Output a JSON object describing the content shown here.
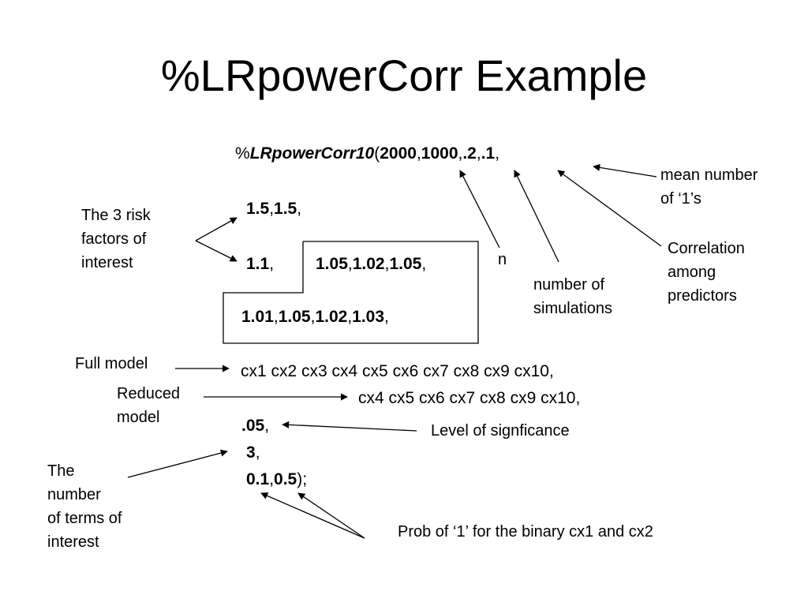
{
  "slide": {
    "title": "%LRpowerCorr Example"
  },
  "code": {
    "line1": {
      "percent": "%",
      "macro": "LRpowerCorr10",
      "paren": "(",
      "n": "2000",
      "c1": ",",
      "sims": "1000",
      "c2": ",",
      "corr": ".2",
      "c3": ",",
      "mean": ".1",
      "c4": ","
    },
    "line2": {
      "a": "1.5",
      "c1": ",",
      "b": "1.5",
      "c2": ","
    },
    "line3": {
      "a": "1.1",
      "c1": ","
    },
    "line3b": {
      "a": "1.05",
      "c1": ",",
      "b": "1.02",
      "c2": ",",
      "c": "1.05",
      "c3": ","
    },
    "line4": {
      "a": "1.01",
      "c1": ",",
      "b": "1.05",
      "c2": ",",
      "c": "1.02",
      "c3": ",",
      "d": "1.03",
      "c4": ","
    },
    "full_vars": "cx1 cx2 cx3 cx4 cx5 cx6 cx7 cx8 cx9 cx10,",
    "reduced_vars": "cx4 cx5 cx6 cx7 cx8 cx9 cx10,",
    "alpha": {
      "v": ".05",
      "c": ","
    },
    "terms": {
      "v": "3",
      "c": ","
    },
    "probs": {
      "a": "0.1",
      "c": ",",
      "b": "0.5",
      "end": ");"
    }
  },
  "annotations": {
    "mean_ones": [
      "mean number",
      "of ‘1’s"
    ],
    "n": "n",
    "num_sims": [
      "number of",
      "simulations"
    ],
    "correlation": [
      "Correlation",
      "among",
      "predictors"
    ],
    "risk_factors": [
      "The 3 risk",
      "factors of",
      "interest"
    ],
    "full_model": "Full model",
    "reduced_model": [
      "Reduced",
      "model"
    ],
    "level_sig": "Level of signficance",
    "num_terms": [
      "The",
      "number",
      "of terms of",
      "interest"
    ],
    "prob_binary": "Prob of ‘1’ for the binary cx1 and cx2"
  }
}
